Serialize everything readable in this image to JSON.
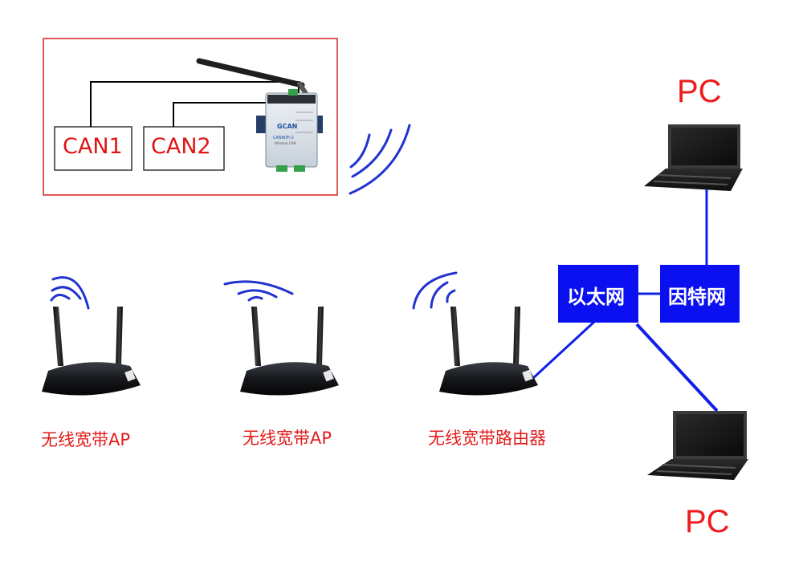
{
  "pc_labels": [
    "PC",
    "PC"
  ],
  "network_boxes": {
    "ethernet": "以太网",
    "internet": "因特网"
  },
  "can_ports": [
    "CAN1",
    "CAN2"
  ],
  "gateway": {
    "brand": "GCAN",
    "model": "CANWiFi-2",
    "sub": "Wireless CAN"
  },
  "wireless_devices": {
    "ap_1": "无线宽带AP",
    "ap_2": "无线宽带AP",
    "router": "无线宽带路由器"
  },
  "colors": {
    "label_red": "#e31b1b",
    "box_blue": "#0a10f0",
    "wave_blue": "#2233d0",
    "line_blue": "#1020e8",
    "frame_red": "#d82020"
  }
}
